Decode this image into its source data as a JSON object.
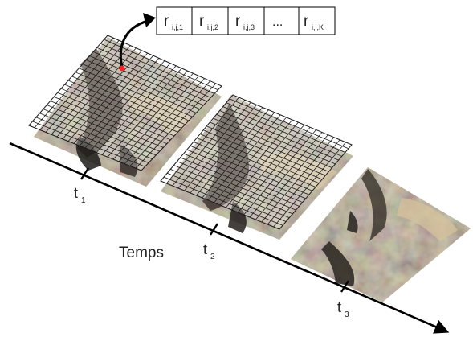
{
  "vector_cells": [
    {
      "main": "r",
      "sub": "i,j,1"
    },
    {
      "main": "r",
      "sub": "i,j,2"
    },
    {
      "main": "r",
      "sub": "i,j,3"
    },
    {
      "main": "...",
      "sub": ""
    },
    {
      "main": "r",
      "sub": "i,j,K"
    }
  ],
  "time_labels": [
    {
      "main": "t",
      "sub": "1"
    },
    {
      "main": "t",
      "sub": "2"
    },
    {
      "main": "t",
      "sub": "3"
    }
  ],
  "axis_label": "Temps",
  "colors": {
    "axis": "#000000",
    "grid": "#1a1a1a",
    "marker": "#ff2020",
    "terrain_light": "#c9b48a",
    "terrain_mid": "#9a8a6a",
    "terrain_dark": "#2a2a2a",
    "terrain_bluish": "#7c8e93"
  }
}
